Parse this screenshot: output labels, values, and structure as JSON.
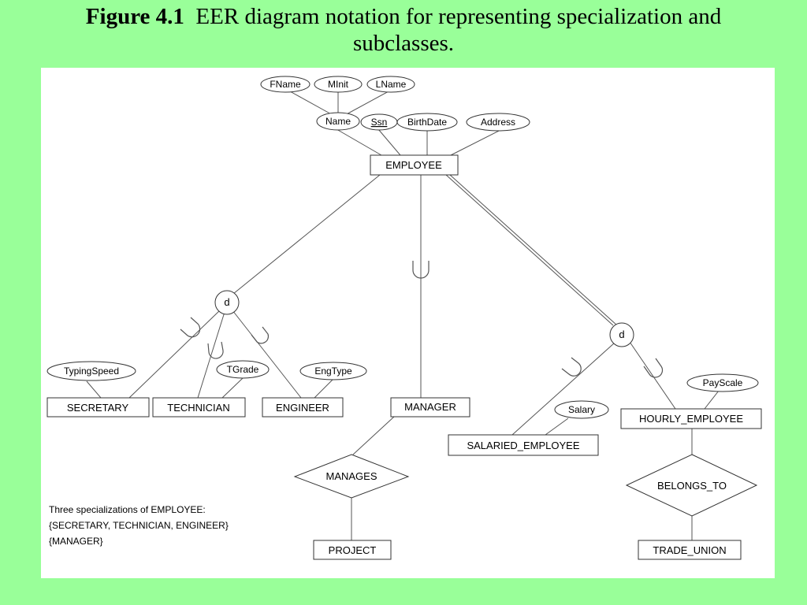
{
  "title": {
    "bold_part": "Figure 4.1",
    "rest": "EER diagram notation for representing specialization and",
    "line2": "subclasses."
  },
  "attributes": {
    "fname": "FName",
    "minit": "MInit",
    "lname": "LName",
    "name": "Name",
    "ssn": "Ssn",
    "birthdate": "BirthDate",
    "address": "Address",
    "typingspeed": "TypingSpeed",
    "tgrade": "TGrade",
    "engtype": "EngType",
    "salary": "Salary",
    "payscale": "PayScale"
  },
  "entities": {
    "employee": "EMPLOYEE",
    "secretary": "SECRETARY",
    "technician": "TECHNICIAN",
    "engineer": "ENGINEER",
    "manager": "MANAGER",
    "salaried_employee": "SALARIED_EMPLOYEE",
    "hourly_employee": "HOURLY_EMPLOYEE",
    "project": "PROJECT",
    "trade_union": "TRADE_UNION"
  },
  "relationships": {
    "manages": "MANAGES",
    "belongs_to": "BELONGS_TO"
  },
  "specializations": {
    "left": "d",
    "right": "d"
  },
  "note": {
    "line1": "Three specializations of EMPLOYEE:",
    "line2": "{SECRETARY, TECHNICIAN, ENGINEER}",
    "line3": "{MANAGER}"
  }
}
